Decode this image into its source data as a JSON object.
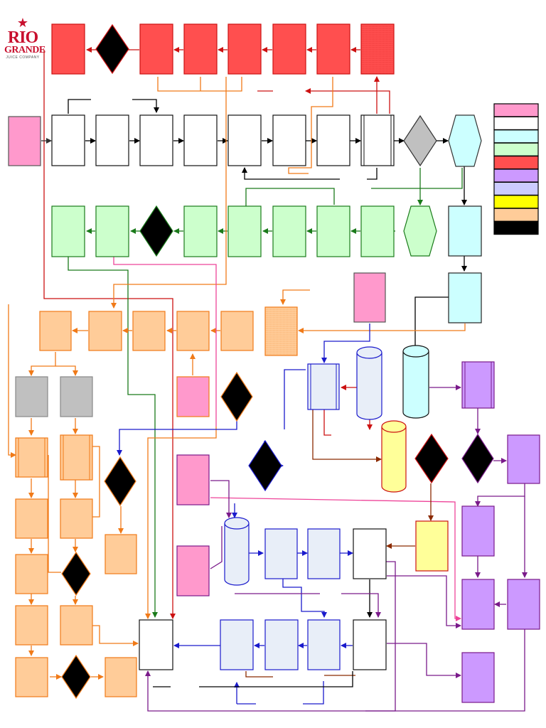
{
  "logo": {
    "word1": "RIO",
    "word2": "GRANDE",
    "tagline": "JUICE COMPANY",
    "icon": "star-icon",
    "color": "#c8102e"
  },
  "palette": {
    "red": "#ff4f4f",
    "red_stroke": "#cc1111",
    "white": "#ffffff",
    "cyan": "#ccffff",
    "green": "#ccffcc",
    "green_stroke": "#1a7a1a",
    "orange": "#ffcc99",
    "orange_stroke": "#f07a18",
    "purple": "#cc99ff",
    "purple_stroke": "#7a1a8a",
    "blue": "#e8eef8",
    "blue_stroke": "#1a1acc",
    "pink": "#ff99cc",
    "yellow": "#ffff99",
    "gray": "#c0c0c0",
    "black": "#000000"
  },
  "legend": [
    {
      "color": "#ff99cc"
    },
    {
      "color": "#ffffff"
    },
    {
      "color": "#ccffff"
    },
    {
      "color": "#ccffcc"
    },
    {
      "color": "#ff4f4f"
    },
    {
      "color": "#cc99ff"
    },
    {
      "color": "#ccccff"
    },
    {
      "color": "#ffff00"
    },
    {
      "color": "#ffcc99"
    },
    {
      "color": "#000000"
    }
  ]
}
